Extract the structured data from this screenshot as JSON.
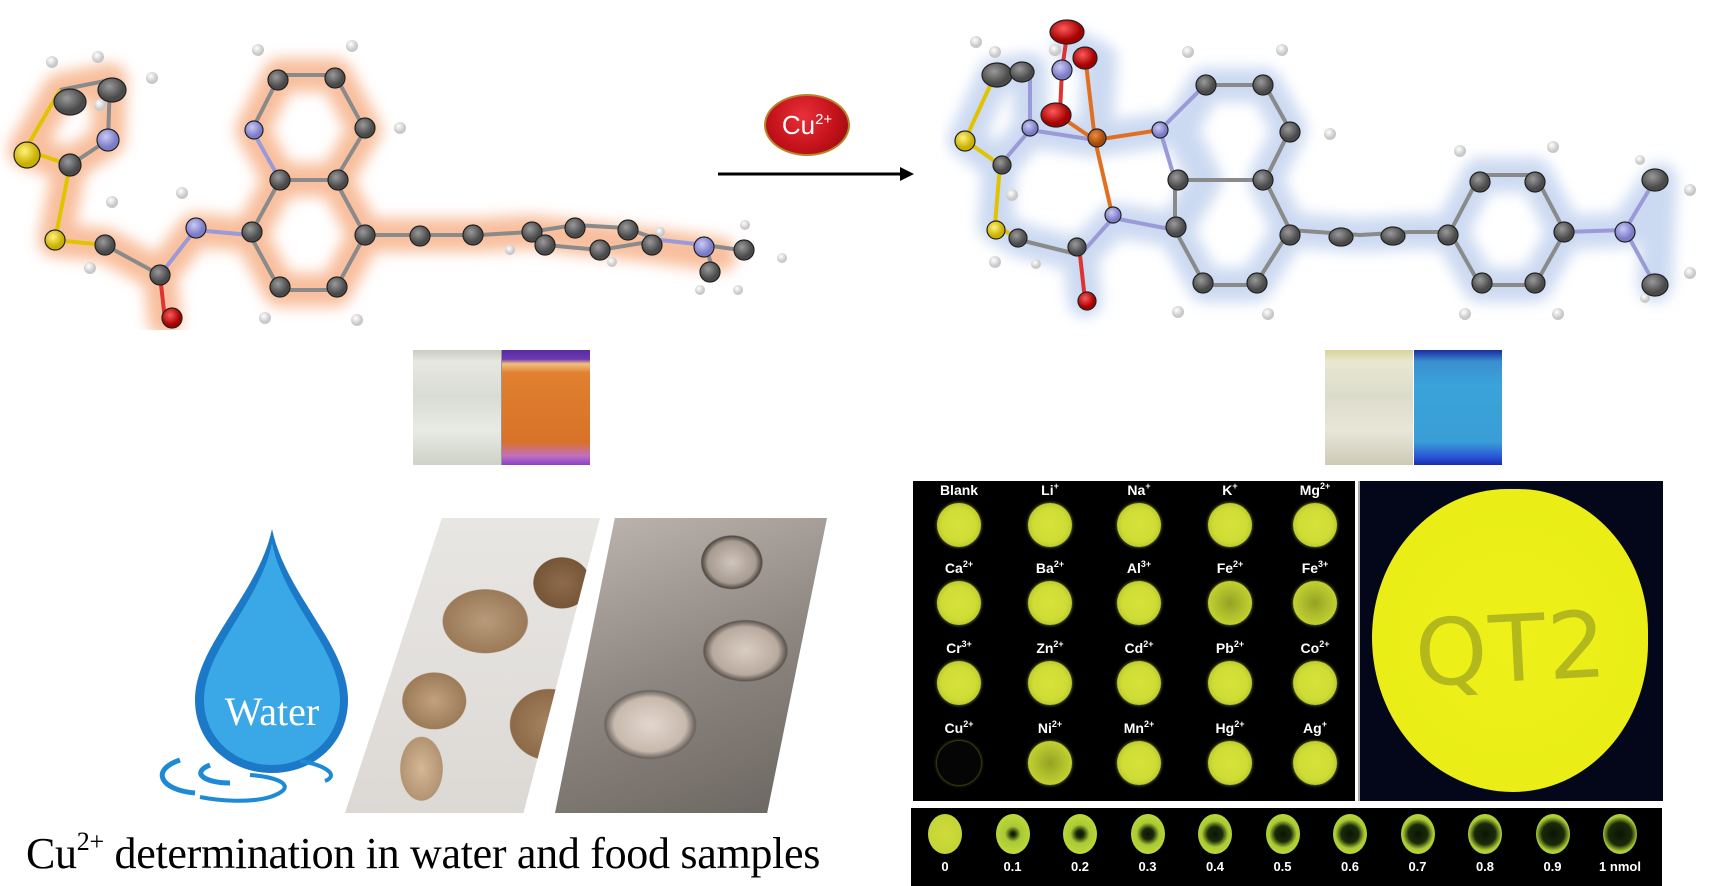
{
  "reaction": {
    "reagent_label": "Cu",
    "reagent_charge": "2+",
    "reagent_color": "#c4121a",
    "arrow_color": "#000000"
  },
  "ligand": {
    "name": "free ligand crystal structure",
    "glow_color": "#f4a77a",
    "vials": {
      "daylight_color": "#dfe2da",
      "uv_color": "#e07a2c",
      "uv_cap_color": "#6a2fb8"
    }
  },
  "complex": {
    "name": "Cu complex crystal structure",
    "glow_color": "#b9cbec",
    "vials": {
      "daylight_color": "#e4e3cf",
      "uv_color": "#3aa3d8",
      "uv_cap_color": "#1a2fa0"
    }
  },
  "samples": {
    "water_label": "Water",
    "water_color": "#1f95d8",
    "food_items": [
      "mushrooms",
      "oysters"
    ]
  },
  "caption": {
    "prefix": "Cu",
    "charge": "2+",
    "text": " determination in water and food samples"
  },
  "ion_grid": {
    "rows": [
      [
        {
          "ion": "Blank",
          "charge": "",
          "state": "bright"
        },
        {
          "ion": "Li",
          "charge": "+",
          "state": "bright"
        },
        {
          "ion": "Na",
          "charge": "+",
          "state": "bright"
        },
        {
          "ion": "K",
          "charge": "+",
          "state": "bright"
        },
        {
          "ion": "Mg",
          "charge": "2+",
          "state": "bright"
        }
      ],
      [
        {
          "ion": "Ca",
          "charge": "2+",
          "state": "bright"
        },
        {
          "ion": "Ba",
          "charge": "2+",
          "state": "bright"
        },
        {
          "ion": "Al",
          "charge": "3+",
          "state": "bright"
        },
        {
          "ion": "Fe",
          "charge": "2+",
          "state": "dim"
        },
        {
          "ion": "Fe",
          "charge": "3+",
          "state": "dim"
        }
      ],
      [
        {
          "ion": "Cr",
          "charge": "3+",
          "state": "bright"
        },
        {
          "ion": "Zn",
          "charge": "2+",
          "state": "bright"
        },
        {
          "ion": "Cd",
          "charge": "2+",
          "state": "bright"
        },
        {
          "ion": "Pb",
          "charge": "2+",
          "state": "bright"
        },
        {
          "ion": "Co",
          "charge": "2+",
          "state": "bright"
        }
      ],
      [
        {
          "ion": "Cu",
          "charge": "2+",
          "state": "quench"
        },
        {
          "ion": "Ni",
          "charge": "2+",
          "state": "dim"
        },
        {
          "ion": "Mn",
          "charge": "2+",
          "state": "bright"
        },
        {
          "ion": "Hg",
          "charge": "2+",
          "state": "bright"
        },
        {
          "ion": "Ag",
          "charge": "+",
          "state": "bright"
        }
      ]
    ]
  },
  "test_paper": {
    "label": "QT2",
    "paper_color": "#eef019",
    "ink_color": "#b3b81c"
  },
  "concentration_series": {
    "unit": "nmol",
    "labels": [
      "0",
      "0.1",
      "0.2",
      "0.3",
      "0.4",
      "0.5",
      "0.6",
      "0.7",
      "0.8",
      "0.9",
      "1 nmol"
    ],
    "quench_level": [
      0,
      0.15,
      0.25,
      0.38,
      0.5,
      0.55,
      0.6,
      0.65,
      0.72,
      0.76,
      0.8
    ]
  }
}
